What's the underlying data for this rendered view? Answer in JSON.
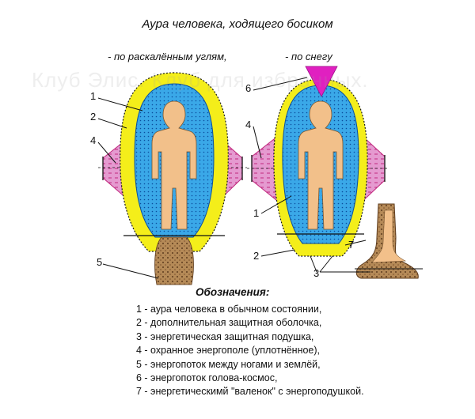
{
  "title": "Аура человека, ходящего босиком",
  "captions": {
    "left": "- по раскалённым углям,",
    "right": "- по снегу"
  },
  "watermark": "Клуб Элис. Клуб для избранных.",
  "callouts": [
    "1",
    "2",
    "4",
    "5",
    "6",
    "4",
    "1",
    "2",
    "7",
    "3"
  ],
  "legend": {
    "title": "Обозначения:",
    "items": [
      "1 - аура человека в обычном состоянии,",
      "2 - дополнительная защитная оболочка,",
      "3 - энергетическая защитная подушка,",
      "4 - охранное энергополе (уплотнённое),",
      "5 - энергопоток между ногами и землёй,",
      "6 - энергопоток голова-космос,",
      "7 - энергетическимй \"валенок\" с энергоподушкой."
    ]
  },
  "colors": {
    "aura": "#3aa8e8",
    "shell": "#f4ee1a",
    "field": "#e060b0",
    "body": "#f2c08a",
    "flow": "#a57a4a",
    "cone": "#e020c0"
  }
}
